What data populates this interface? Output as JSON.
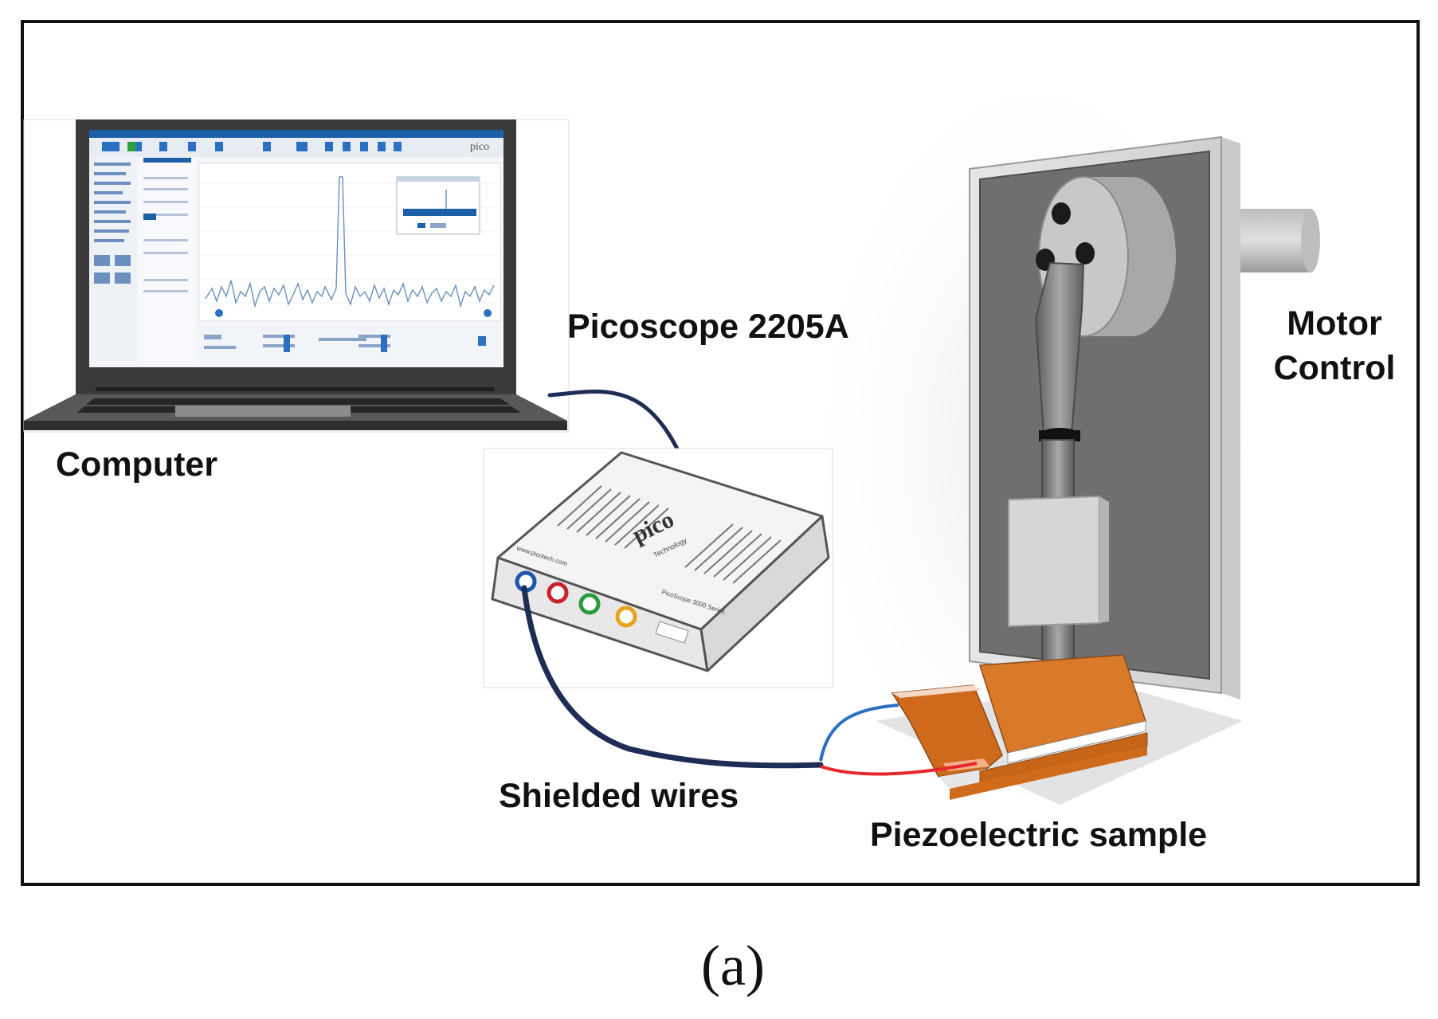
{
  "labels": {
    "computer": "Computer",
    "picoscope": "Picoscope 2205A",
    "motor_line1": "Motor",
    "motor_line2": "Control",
    "shielded_wires": "Shielded wires",
    "piezo": "Piezoelectric sample"
  },
  "caption": "(a)",
  "device": {
    "brand": "pico",
    "brand_sub": "Technology",
    "url": "www.picotech.com",
    "model": "PicoScope 3000 Series"
  },
  "laptop_screen": {
    "brand": "pico"
  },
  "colors": {
    "frame": "#111111",
    "cable_navy": "#1d2d55",
    "wire_blue": "#2a6fc2",
    "wire_red": "#e8262a",
    "copper": "#cf6a1c",
    "panel_gray": "#6f6f6f",
    "channel_a": "#1f55a8",
    "channel_b": "#c8232a",
    "channel_c": "#2a9a3a",
    "channel_d": "#e7a21e"
  }
}
